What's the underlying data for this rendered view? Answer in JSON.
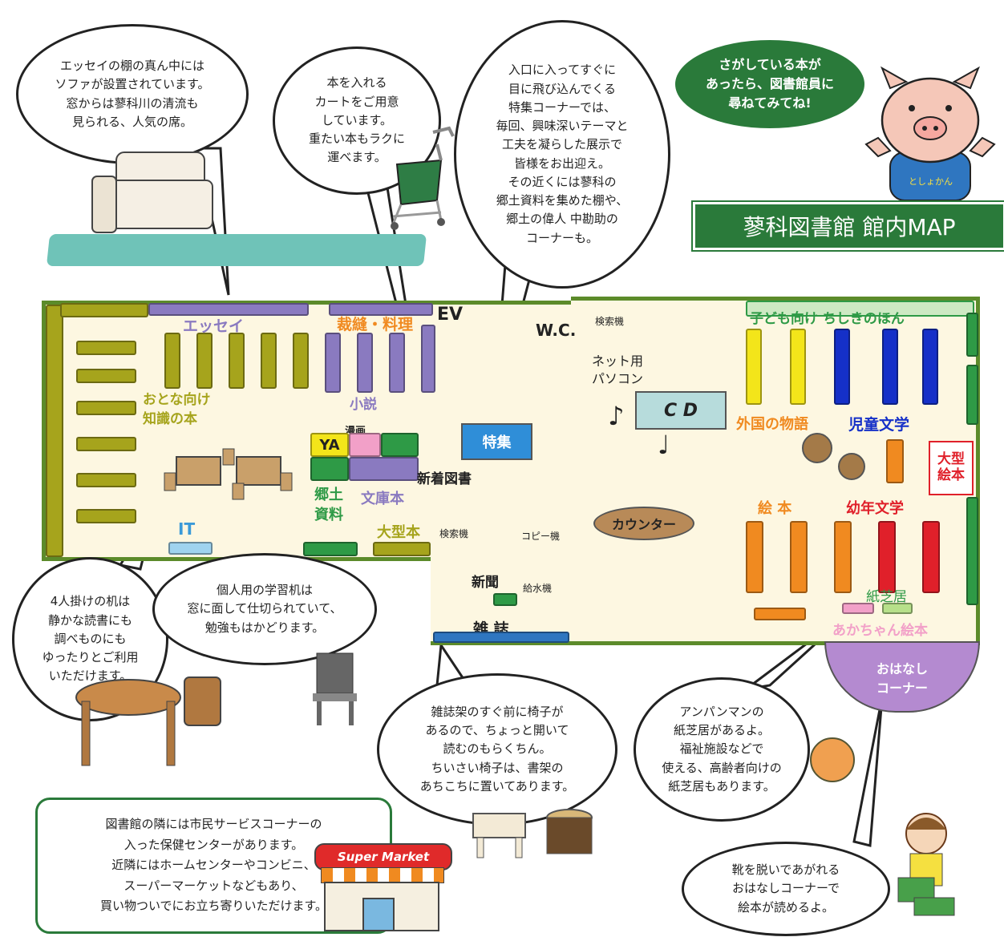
{
  "header": {
    "speech": "さがしている本が\nあったら、図書館員に\n尋ねてみてね!",
    "title": "蓼科図書館 館内MAP",
    "mascot_badge": "としょかん"
  },
  "bubbles": {
    "sofa": "エッセイの棚の真ん中には\nソファが設置されています。\n窓からは蓼科川の清流も\n見られる、人気の席。",
    "cart": "本を入れる\nカートをご用意\nしています。\n重たい本もラクに\n運べます。",
    "feature": "入口に入ってすぐに\n目に飛び込んでくる\n特集コーナーでは、\n毎回、興味深いテーマと\n工夫を凝らした展示で\n皆様をお出迎え。\nその近くには蓼科の\n郷土資料を集めた棚や、\n郷土の偉人 中勘助の\nコーナーも。",
    "table": "4人掛けの机は\n静かな読書にも\n調べものにも\nゆったりとご利用\nいただけます。",
    "desk": "個人用の学習机は\n窓に面して仕切られていて、\n勉強もはかどります。",
    "magazine": "雑誌架のすぐ前に椅子が\nあるので、ちょっと開いて\n読むのもらくちん。\nちいさい椅子は、書架の\nあちこちに置いてあります。",
    "kamishibai": "アンパンマンの\n紙芝居があるよ。\n福祉施設などで\n使える、高齢者向けの\n紙芝居もあります。",
    "ohanashi": "靴を脱いであがれる\nおはなしコーナーで\n絵本が読めるよ。",
    "service": "図書館の隣には市民サービスコーナーの\n入った保健センターがあります。\n近隣にはホームセンターやコンビニ、\nスーパーマーケットなどもあり、\n買い物ついでにお立ち寄りいただけます。"
  },
  "map_labels": {
    "essay": "エッセイ",
    "cooking": "裁縫・料理",
    "ev": "EV",
    "wc": "W.C.",
    "search_pc_1": "検索機",
    "net_pc": "ネット用\nパソコン",
    "cd": "C D",
    "kids_knowledge": "子ども向け ちしきのほん",
    "adult_knowledge": "おとな向け\n知識の本",
    "novel": "小説",
    "manga": "漫画",
    "ya": "YA",
    "new_books": "新着図書",
    "feature": "特集",
    "foreign_stories": "外国の物語",
    "childrens_lit": "児童文学",
    "big_picture": "大型\n絵本",
    "local": "郷土\n資料",
    "bunko": "文庫本",
    "large_books": "大型本",
    "search_pc_2": "検索機",
    "copy": "コピー機",
    "counter": "カウンター",
    "picture_books": "絵 本",
    "young_lit": "幼年文学",
    "it": "IT",
    "newspaper": "新聞",
    "water": "給水機",
    "magazines": "雑 誌",
    "kamishibai": "紙芝居",
    "baby_books": "あかちゃん絵本",
    "ohanashi": "おはなし\nコーナー",
    "supermarket": "Super Market"
  },
  "colors": {
    "frame_green": "#5c8b2a",
    "header_green": "#2a7a3a",
    "olive": "#a6a41c",
    "purple": "#8a7ac0",
    "childrens_blue": "#1530c8",
    "kids_yellow": "#f3e51a",
    "picture_orange": "#f08a20",
    "young_red": "#e0202a",
    "ohanashi_purple": "#b48ad0",
    "river": "#6fc3b8"
  }
}
